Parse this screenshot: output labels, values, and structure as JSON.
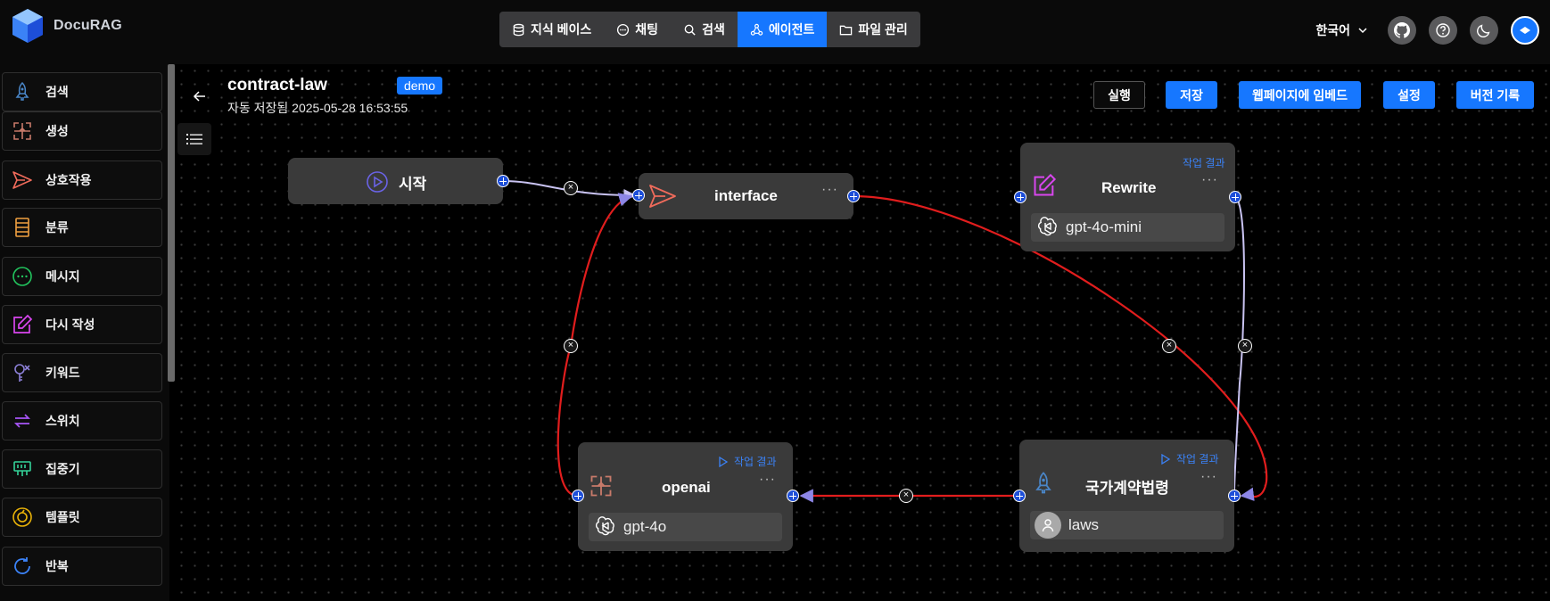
{
  "app": {
    "name": "DocuRAG"
  },
  "topnav": [
    {
      "label": "지식 베이스",
      "icon": "database-icon"
    },
    {
      "label": "채팅",
      "icon": "chat-icon"
    },
    {
      "label": "검색",
      "icon": "search-icon"
    },
    {
      "label": "에이전트",
      "icon": "agent-icon",
      "active": true
    },
    {
      "label": "파일 관리",
      "icon": "folder-icon"
    }
  ],
  "header": {
    "language": "한국어"
  },
  "sidebar": {
    "items": [
      {
        "label": "검색",
        "icon": "rocket-icon",
        "color": "#4a86c8"
      },
      {
        "label": "생성",
        "icon": "generate-icon",
        "color": "#c87a6a"
      },
      {
        "label": "상호작용",
        "icon": "send-icon",
        "color": "#f06b5b"
      },
      {
        "label": "분류",
        "icon": "categorize-icon",
        "color": "#f0a040"
      },
      {
        "label": "메시지",
        "icon": "message-icon",
        "color": "#22c55e"
      },
      {
        "label": "다시 작성",
        "icon": "edit-icon",
        "color": "#d946ef"
      },
      {
        "label": "키워드",
        "icon": "keyword-icon",
        "color": "#8b7fd6"
      },
      {
        "label": "스위치",
        "icon": "switch-icon",
        "color": "#a855f7"
      },
      {
        "label": "집중기",
        "icon": "concentrator-icon",
        "color": "#34d399"
      },
      {
        "label": "템플릿",
        "icon": "template-icon",
        "color": "#eab308"
      },
      {
        "label": "반복",
        "icon": "iteration-icon",
        "color": "#3b82f6"
      }
    ]
  },
  "flow": {
    "title": "contract-law",
    "tag": "demo",
    "saved_text": "자동 저장됨 2025-05-28 16:53:55"
  },
  "actions": {
    "run": "실행",
    "save": "저장",
    "embed": "웹페이지에 임베드",
    "settings": "설정",
    "history": "버전 기록"
  },
  "nodes": {
    "start": {
      "title": "시작"
    },
    "interface": {
      "title": "interface",
      "dots": "···"
    },
    "rewrite": {
      "title": "Rewrite",
      "result": "작업 결과",
      "model": "gpt-4o-mini",
      "dots": "···"
    },
    "openai": {
      "title": "openai",
      "result": "작업 결과",
      "model": "gpt-4o",
      "dots": "···"
    },
    "laws": {
      "title": "국가계약법령",
      "result": "작업 결과",
      "knowledge": "laws",
      "dots": "···"
    }
  },
  "colors": {
    "accent": "#1677ff",
    "edge_red": "#e11d1d",
    "edge_light": "#c9c3f2",
    "node_bg": "#3a3a3a"
  }
}
